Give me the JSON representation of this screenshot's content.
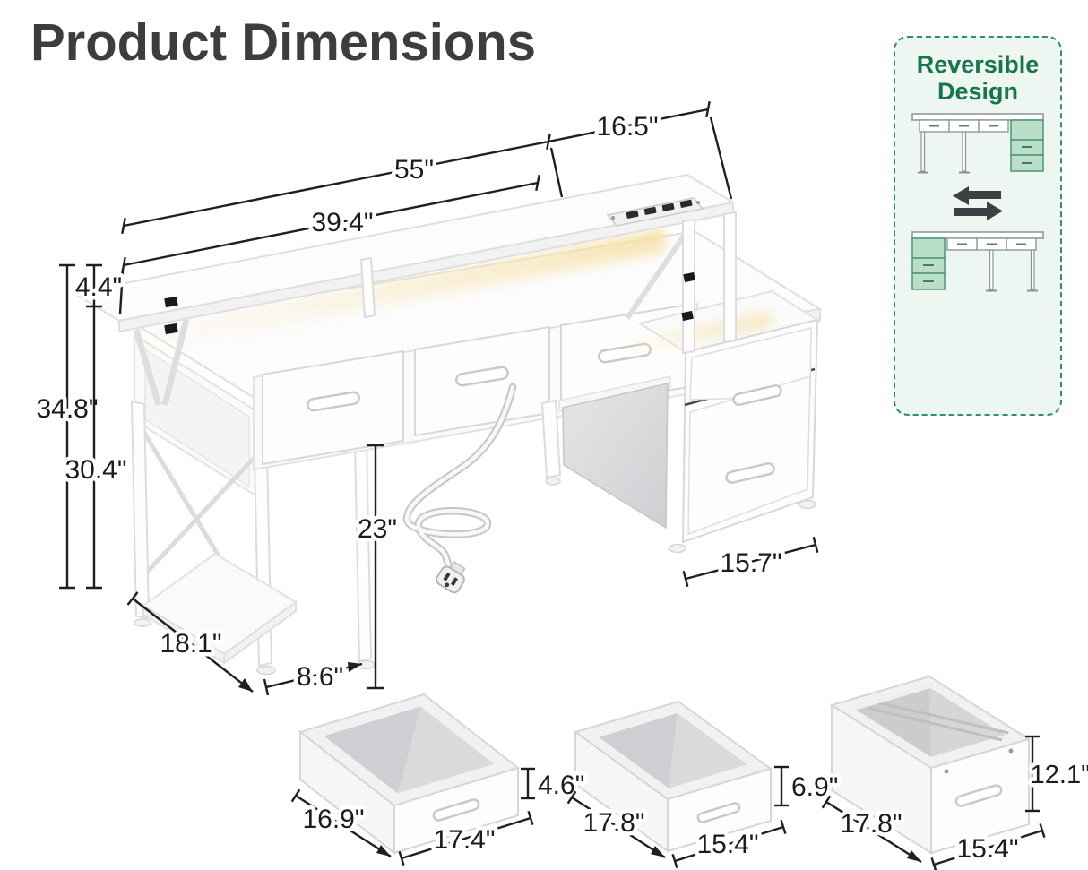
{
  "page": {
    "title": "Product Dimensions"
  },
  "badge": {
    "line1": "Reversible",
    "line2": "Design"
  },
  "colors": {
    "title": "#3d3d3d",
    "dimension_line": "#1f1f1f",
    "badge_green": "#17754f",
    "badge_border": "#2f9069",
    "badge_background": "#eef6f1",
    "mint_fill": "#b9dfcb",
    "led_glow": "#f6e3a8",
    "desk_white": "#fcfcfd"
  },
  "desk_dims": {
    "total_width": "55\"",
    "hutch_section_width": "16.5\"",
    "desktop_width": "39.4\"",
    "riser_height": "4.4\"",
    "total_height": "34.8\"",
    "desk_height": "30.4\"",
    "knee_clearance": "23\"",
    "desk_depth": "18.1\"",
    "side_shelf_width": "8.6\"",
    "file_cabinet_width": "15.7\""
  },
  "drawer_boxes": {
    "small": {
      "depth": "16.9\"",
      "width": "17.4\"",
      "height": "4.6\""
    },
    "middle": {
      "depth": "17.8\"",
      "width": "15.4\"",
      "height": "6.9\""
    },
    "file": {
      "depth": "17.8\"",
      "width": "15.4\"",
      "height": "12.1\""
    }
  }
}
